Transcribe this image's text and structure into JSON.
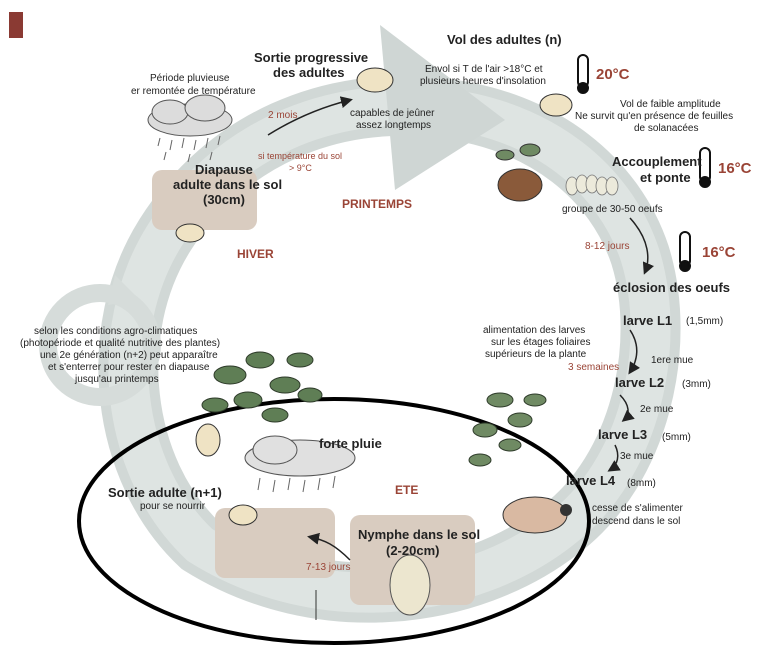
{
  "colors": {
    "arrow": "#cfd6d4",
    "season_text": "#9a4436",
    "soil": "#d9ccc0",
    "leaf": "#5f7e55",
    "oval": "#000000",
    "marker": "#8a3a33"
  },
  "labels": {
    "periode_pluvieuse": "Période pluvieuse",
    "remontee": "er remontée de température",
    "sortie_progressive_1": "Sortie progressive",
    "sortie_progressive_2": "des adultes",
    "deux_mois": "2 mois",
    "si_temp_1": "si température du sol",
    "si_temp_2": "> 9°C",
    "capables_1": "capables de jeûner",
    "capables_2": "assez longtemps",
    "vol_adultes": "Vol des adultes (n)",
    "envol_1": "Envol si T de l'air >18°C et",
    "envol_2": "plusieurs heures d'insolation",
    "temp_20": "20°C",
    "vol_faible_1": "Vol de faible amplitude",
    "vol_faible_2": "Ne survit qu'en présence de feuilles",
    "vol_faible_3": "de solanacées",
    "accouplement_1": "Accouplement",
    "accouplement_2": "et ponte",
    "temp_16a": "16°C",
    "groupe": "groupe de 30-50 oeufs",
    "jours_8_12": "8-12 jours",
    "temp_16b": "16°C",
    "eclosion": "éclosion des oeufs",
    "diapause_1": "Diapause",
    "diapause_2": "adulte dans le sol",
    "diapause_3": "(30cm)",
    "printemps": "PRINTEMPS",
    "hiver": "HIVER",
    "ete": "ETE",
    "selon_1": "selon les conditions agro-climatiques",
    "selon_2": "(photopériode et qualité nutritive des plantes)",
    "selon_3": "une 2e génération (n+2) peut apparaître",
    "selon_4": "et s'enterrer pour rester en diapause",
    "selon_5": "jusqu'au printemps",
    "alimentation_1": "alimentation des larves",
    "alimentation_2": "sur les étages foliaires",
    "alimentation_3": "supérieurs de la plante",
    "trois_semaines": "3 semaines",
    "larve_l1": "larve L1",
    "l1_size": "(1,5mm)",
    "mue_1": "1ere mue",
    "larve_l2": "larve L2",
    "l2_size": "(3mm)",
    "mue_2": "2e mue",
    "larve_l3": "larve L3",
    "l3_size": "(5mm)",
    "mue_3": "3e mue",
    "larve_l4": "larve L4",
    "l4_size": "(8mm)",
    "cesse_1": "cesse de s'alimenter",
    "cesse_2": "descend dans le sol",
    "forte_pluie": "forte pluie",
    "sortie_adulte": "Sortie adulte (n+1)",
    "pour_nourrir": "pour se nourrir",
    "nymphe_1": "Nymphe dans le sol",
    "nymphe_2": "(2-20cm)",
    "jours_7_13": "7-13 jours"
  }
}
